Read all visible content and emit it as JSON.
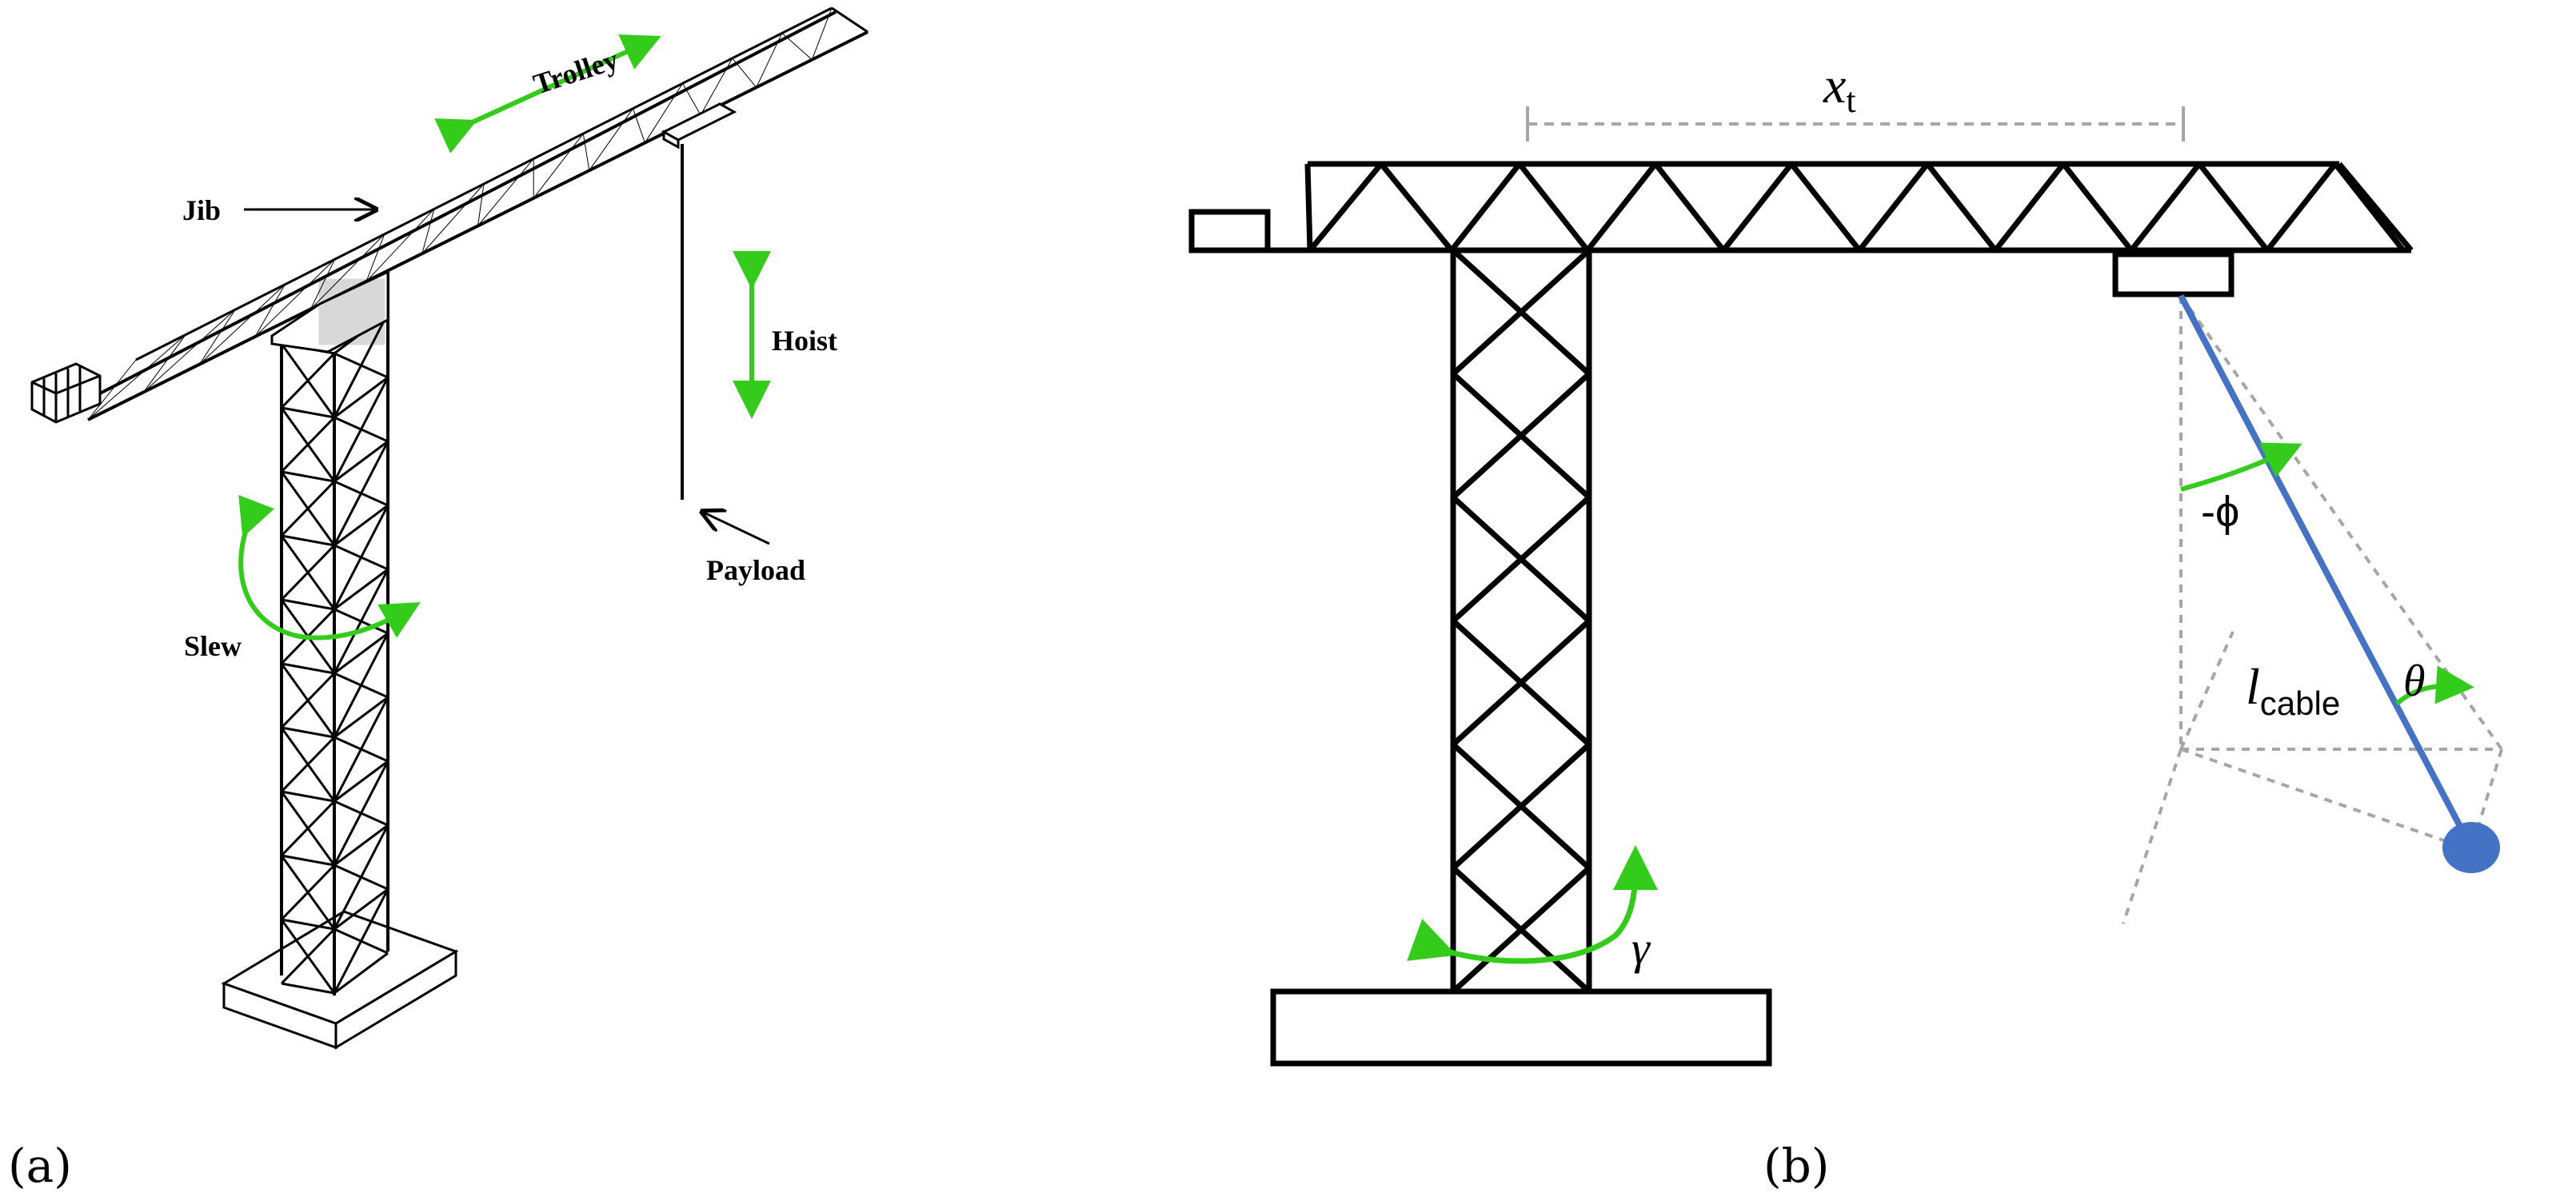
{
  "panel_a": {
    "tag": "(a)",
    "labels": {
      "trolley": "Trolley",
      "jib": "Jib",
      "hoist": "Hoist",
      "payload": "Payload",
      "slew": "Slew"
    }
  },
  "panel_b": {
    "tag": "(b)",
    "labels": {
      "trolley_position": "x",
      "trolley_position_sub": "t",
      "swing_phi": "-ϕ",
      "swing_theta": "θ",
      "cable_length": "l",
      "cable_length_sub": "cable",
      "slew_angle": "γ"
    }
  },
  "colors": {
    "structure": "#000000",
    "motion_arrow": "#33cc1a",
    "cable": "#4472c4",
    "payload": "#4472c4",
    "guide_dashed": "#a6a6a6"
  }
}
